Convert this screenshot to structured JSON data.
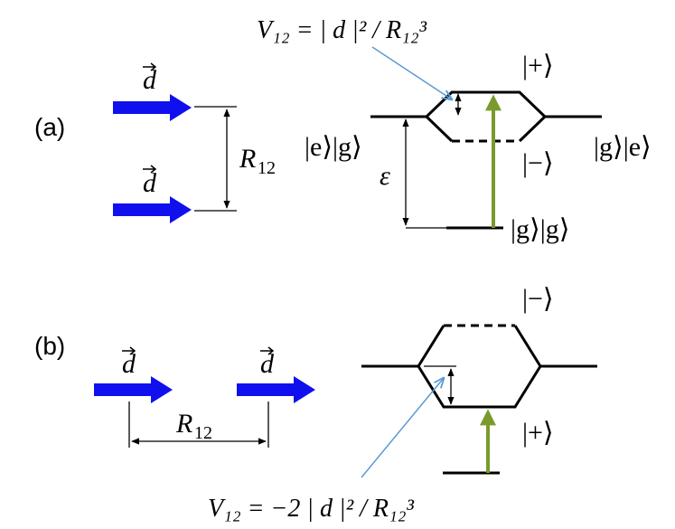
{
  "panel_a": {
    "label": "(a)",
    "dipole_top": "d",
    "dipole_bottom": "d",
    "distance_symbol": "R",
    "distance_sub": "12",
    "coupling_formula": "V₁₂ = | d |² / R₁₂³",
    "energy_gap_symbol": "ε",
    "ket_eg": "|e⟩|g⟩",
    "ket_ge": "|g⟩|e⟩",
    "ket_plus": "|+⟩",
    "ket_minus": "|−⟩",
    "ket_gg": "|g⟩|g⟩"
  },
  "panel_b": {
    "label": "(b)",
    "dipole_left": "d",
    "dipole_right": "d",
    "distance_symbol": "R",
    "distance_sub": "12",
    "coupling_formula": "V₁₂ = −2 | d |² / R₁₂³",
    "ket_minus": "|−⟩",
    "ket_plus": "|+⟩"
  },
  "colors": {
    "dipole_arrow": "#1010ee",
    "transition_arrow": "#7a9a2e",
    "pointer_line": "#5b9bd5",
    "level_line": "#000000"
  }
}
